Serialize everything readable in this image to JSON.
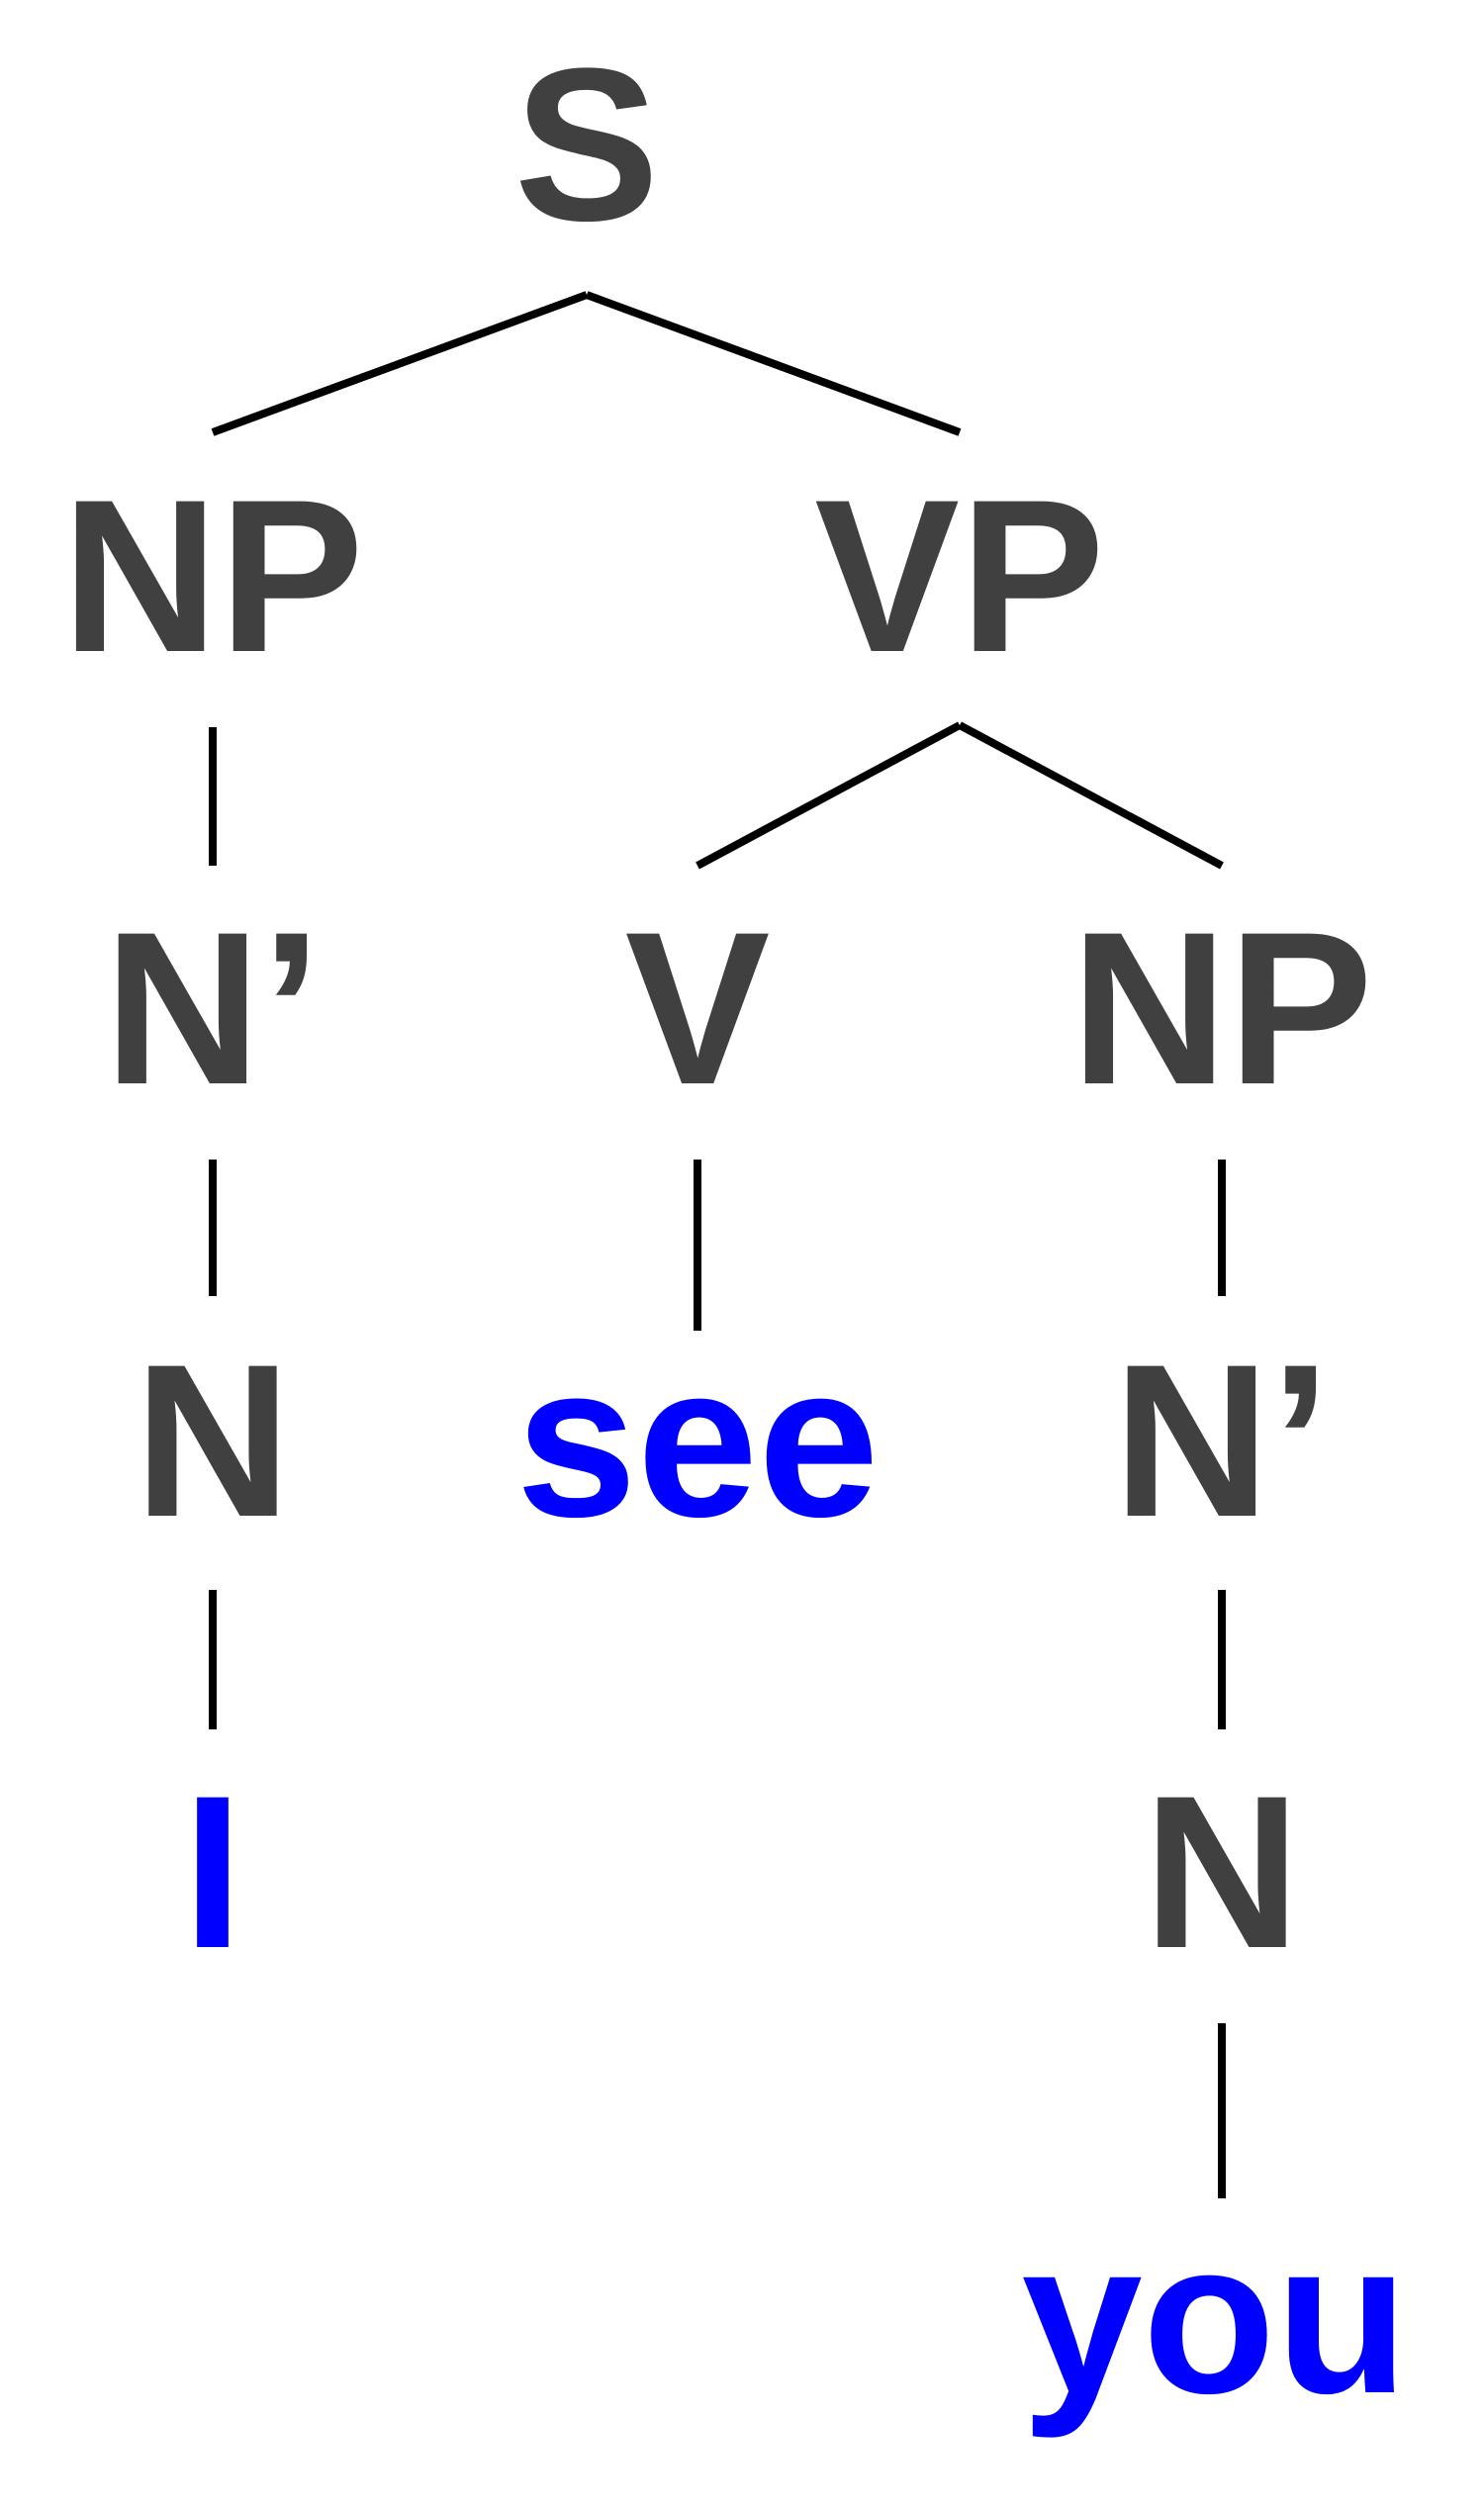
{
  "colors": {
    "category": "#404040",
    "word": "#0000ff",
    "branch": "#000000"
  },
  "tree": {
    "s": "S",
    "subject_np": "NP",
    "vp": "VP",
    "subject_n_bar": "N’",
    "verb": "V",
    "object_np": "NP",
    "subject_n": "N",
    "verb_word": "see",
    "object_n_bar": "N’",
    "subject_word": "I",
    "object_n": "N",
    "object_word": "you"
  }
}
